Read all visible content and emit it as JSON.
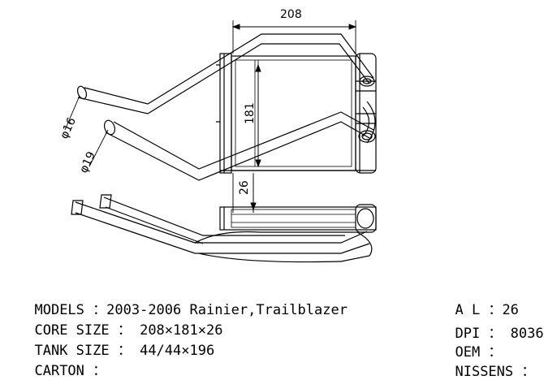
{
  "dimensions": {
    "width": "208",
    "height": "181",
    "thickness": "26",
    "inlet_dia": "φ16",
    "outlet_dia": "φ19"
  },
  "specs_left": [
    {
      "label": "MODELS ：",
      "value": "2003-2006 Rainier,Trailblazer"
    },
    {
      "label": "CORE SIZE ： ",
      "value": "208×181×26"
    },
    {
      "label": "TANK SIZE ： ",
      "value": "44/44×196"
    },
    {
      "label": "CARTON ：",
      "value": ""
    }
  ],
  "specs_right": [
    {
      "label": "A L ：",
      "value": "26"
    },
    {
      "label": "DPI ： ",
      "value": "8036"
    },
    {
      "label": "OEM ：",
      "value": ""
    },
    {
      "label": "NISSENS ：",
      "value": ""
    }
  ]
}
